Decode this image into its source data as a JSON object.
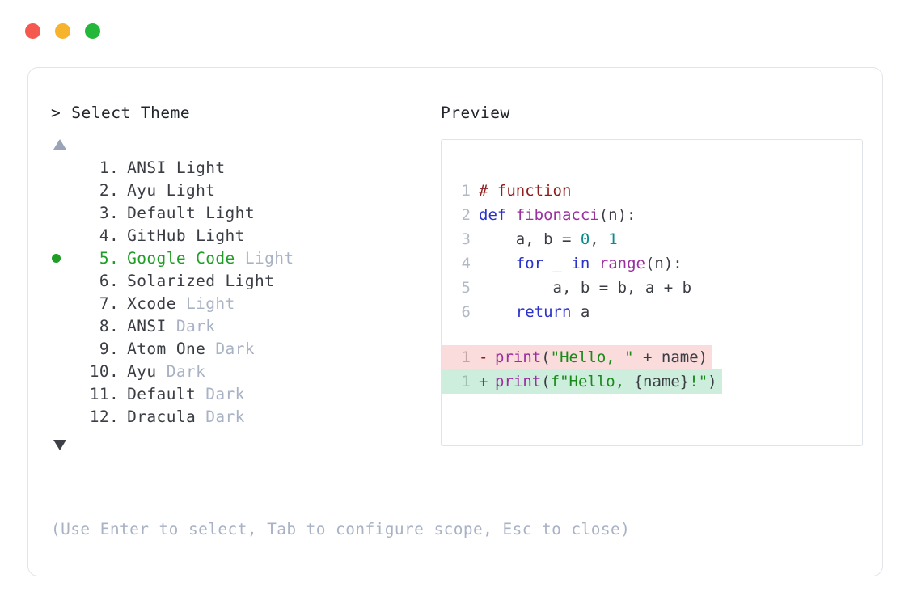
{
  "window": {
    "dots": [
      {
        "name": "close",
        "color": "#f4584f"
      },
      {
        "name": "minimize",
        "color": "#f7b32b"
      },
      {
        "name": "maximize",
        "color": "#24b83b"
      }
    ]
  },
  "prompt": {
    "caret": ">",
    "title": "Select Theme"
  },
  "scroll": {
    "up_icon": "triangle-up",
    "down_icon": "triangle-down"
  },
  "theme_list": {
    "selected_index": 5,
    "items": [
      {
        "index": "1",
        "dot": ".",
        "name": "ANSI Light",
        "variant": ""
      },
      {
        "index": "2",
        "dot": ".",
        "name": "Ayu Light",
        "variant": ""
      },
      {
        "index": "3",
        "dot": ".",
        "name": "Default Light",
        "variant": ""
      },
      {
        "index": "4",
        "dot": ".",
        "name": "GitHub Light",
        "variant": ""
      },
      {
        "index": "5",
        "dot": ".",
        "name": "Google Code",
        "variant": " Light"
      },
      {
        "index": "6",
        "dot": ".",
        "name": "Solarized Light",
        "variant": ""
      },
      {
        "index": "7",
        "dot": ".",
        "name": "Xcode",
        "variant": " Light"
      },
      {
        "index": "8",
        "dot": ".",
        "name": "ANSI",
        "variant": " Dark"
      },
      {
        "index": "9",
        "dot": ".",
        "name": "Atom One",
        "variant": " Dark"
      },
      {
        "index": "10",
        "dot": ".",
        "name": "Ayu",
        "variant": " Dark"
      },
      {
        "index": "11",
        "dot": ".",
        "name": "Default",
        "variant": " Dark"
      },
      {
        "index": "12",
        "dot": ".",
        "name": "Dracula",
        "variant": " Dark"
      }
    ]
  },
  "preview": {
    "heading": "Preview",
    "code_lines": [
      {
        "ln": "1",
        "tokens": [
          {
            "t": "# function",
            "c": "tok-comment"
          }
        ]
      },
      {
        "ln": "2",
        "tokens": [
          {
            "t": "def ",
            "c": "tok-keyword"
          },
          {
            "t": "fibonacci",
            "c": "tok-func"
          },
          {
            "t": "(n):",
            "c": "tok-punct"
          }
        ]
      },
      {
        "ln": "3",
        "tokens": [
          {
            "t": "    a, b = ",
            "c": "tok-plain"
          },
          {
            "t": "0",
            "c": "tok-number"
          },
          {
            "t": ", ",
            "c": "tok-plain"
          },
          {
            "t": "1",
            "c": "tok-number"
          }
        ]
      },
      {
        "ln": "4",
        "tokens": [
          {
            "t": "    ",
            "c": "tok-plain"
          },
          {
            "t": "for",
            "c": "tok-keyword"
          },
          {
            "t": " _ ",
            "c": "tok-plain"
          },
          {
            "t": "in",
            "c": "tok-keyword"
          },
          {
            "t": " ",
            "c": "tok-plain"
          },
          {
            "t": "range",
            "c": "tok-func"
          },
          {
            "t": "(n):",
            "c": "tok-punct"
          }
        ]
      },
      {
        "ln": "5",
        "tokens": [
          {
            "t": "        a, b = b, a + b",
            "c": "tok-plain"
          }
        ]
      },
      {
        "ln": "6",
        "tokens": [
          {
            "t": "    ",
            "c": "tok-plain"
          },
          {
            "t": "return",
            "c": "tok-keyword"
          },
          {
            "t": " a",
            "c": "tok-plain"
          }
        ]
      }
    ],
    "diff_lines": [
      {
        "kind": "del",
        "ln": "1",
        "sign": "-",
        "tokens": [
          {
            "t": "print",
            "c": "tok-func"
          },
          {
            "t": "(",
            "c": "tok-punct"
          },
          {
            "t": "\"Hello, \"",
            "c": "tok-string"
          },
          {
            "t": " + name)",
            "c": "tok-plain"
          }
        ]
      },
      {
        "kind": "add",
        "ln": "1",
        "sign": "+",
        "tokens": [
          {
            "t": "print",
            "c": "tok-func"
          },
          {
            "t": "(",
            "c": "tok-punct"
          },
          {
            "t": "f\"Hello, ",
            "c": "tok-string"
          },
          {
            "t": "{name}",
            "c": "tok-plain"
          },
          {
            "t": "!\"",
            "c": "tok-string"
          },
          {
            "t": ")",
            "c": "tok-punct"
          }
        ]
      }
    ]
  },
  "footer": {
    "hint": "(Use Enter to select, Tab to configure scope, Esc to close)"
  },
  "colors": {
    "accent_green": "#1f9e26",
    "muted": "#a9b2c4",
    "text": "#3a3d44",
    "diff_del_bg": "#fadcdc",
    "diff_add_bg": "#cdeedd",
    "card_border": "#e2e4e9",
    "panel_border": "#dfe3ea"
  }
}
